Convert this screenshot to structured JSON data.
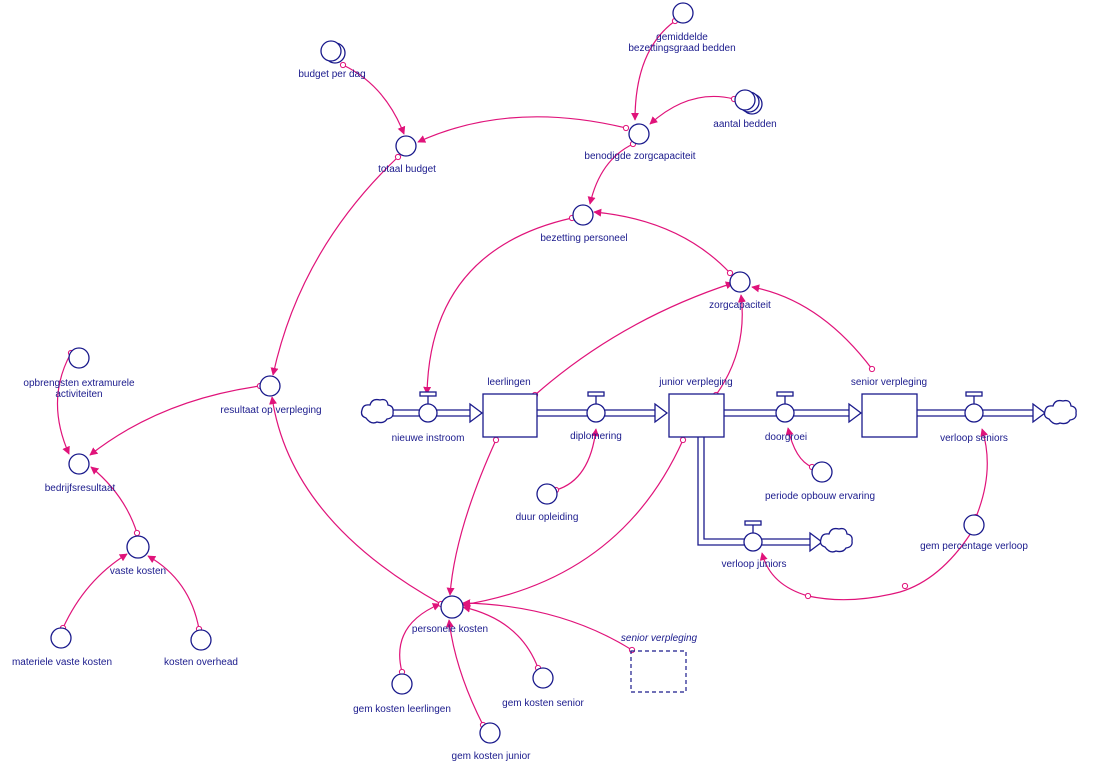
{
  "diagram": {
    "colors": {
      "node": "#1a1a8c",
      "link": "#e0137a",
      "background": "#ffffff"
    },
    "stocks": {
      "leerlingen": "leerlingen",
      "junior": "junior verpleging",
      "senior": "senior verpleging"
    },
    "flows": {
      "nieuwe_instroom": "nieuwe instroom",
      "diplomering": "diplomering",
      "doorgroei": "doorgroei",
      "verloop_seniors": "verloop seniors",
      "verloop_juniors": "verloop juniors"
    },
    "variables": {
      "budget_per_dag": "budget per dag",
      "totaal_budget": "totaal budget",
      "gemiddelde_bezetting_1": "gemiddelde",
      "gemiddelde_bezetting_2": "bezettingsgraad bedden",
      "aantal_bedden": "aantal bedden",
      "benodigde_zorgcapaciteit": "benodigde zorgcapaciteit",
      "bezetting_personeel": "bezetting personeel",
      "zorgcapaciteit": "zorgcapaciteit",
      "resultaat_op_verpleging": "resultaat op verpleging",
      "opbrengsten_1": "opbrengsten extramurele",
      "opbrengsten_2": "activiteiten",
      "bedrijfsresultaat": "bedrijfsresultaat",
      "vaste_kosten": "vaste kosten",
      "materiele_vaste_kosten": "materiele vaste kosten",
      "kosten_overhead": "kosten overhead",
      "duur_opleiding": "duur opleiding",
      "periode_opbouw_ervaring": "periode opbouw ervaring",
      "gem_percentage_verloop": "gem percentage verloop",
      "personele_kosten": "personele kosten",
      "gem_kosten_leerlingen": "gem kosten leerlingen",
      "gem_kosten_junior": "gem kosten junior",
      "gem_kosten_senior": "gem kosten senior"
    },
    "ghost": {
      "senior_verpleging": "senior verpleging"
    }
  }
}
